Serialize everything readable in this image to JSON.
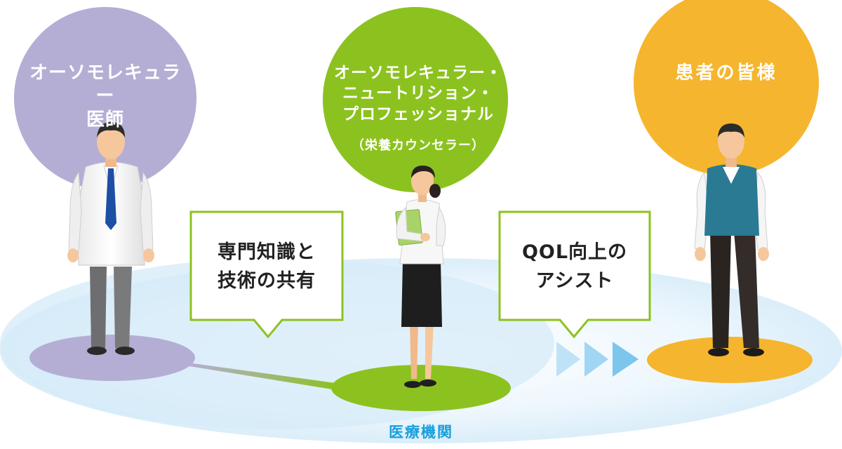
{
  "roles": {
    "doctor": {
      "line1": "オーソモレキュラー",
      "line2": "医師"
    },
    "nutritionist": {
      "line1": "オーソモレキュラー・",
      "line2": "ニュートリション・",
      "line3": "プロフェッショナル",
      "sub": "（栄養カウンセラー）"
    },
    "patient": {
      "line1": "患者の皆様"
    }
  },
  "bubbles": {
    "share": {
      "line1": "専門知識と",
      "line2": "技術の共有"
    },
    "qol": {
      "line1": "QOL向上の",
      "line2": "アシスト"
    }
  },
  "institution": {
    "label": "医療機関"
  },
  "colors": {
    "doctor": "#b4aed4",
    "nutritionist": "#8cc21f",
    "patient": "#f5b52e",
    "institution_text": "#1aa0dc",
    "bubble_border": "#8cc21f",
    "arrows": "#7cc6ee"
  }
}
